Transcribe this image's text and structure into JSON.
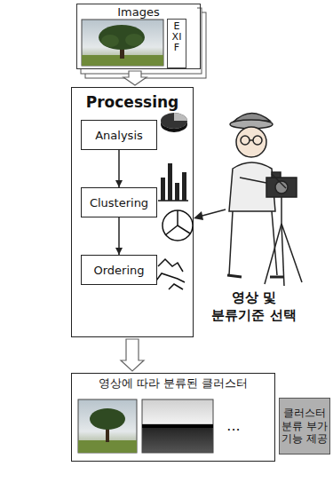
{
  "diagram": {
    "nodes": [
      {
        "text": [
          "Images"
        ]
      },
      {
        "text": [
          "EXIF"
        ],
        "in": 0
      },
      {
        "text": [
          "Processing"
        ]
      },
      {
        "text": [
          "Analysis"
        ],
        "in": 2
      },
      {
        "text": [
          "Clustering"
        ],
        "in": 2
      },
      {
        "text": [
          "Ordering"
        ],
        "in": 2
      },
      {
        "text": [
          "영상에 따라 분류된 클러스터"
        ]
      },
      {
        "text": [
          "클러스터 분류 부가 기능 제공"
        ]
      }
    ],
    "edges": [
      {
        "from": 0,
        "to": 2,
        "arrow": "to"
      },
      {
        "from": 3,
        "to": 4,
        "arrow": "to"
      },
      {
        "from": 4,
        "to": 5,
        "arrow": "to"
      },
      {
        "from": 2,
        "to": 6,
        "arrow": "to"
      }
    ],
    "labels": [
      "영상 및 분류기준 선택",
      "..."
    ]
  }
}
